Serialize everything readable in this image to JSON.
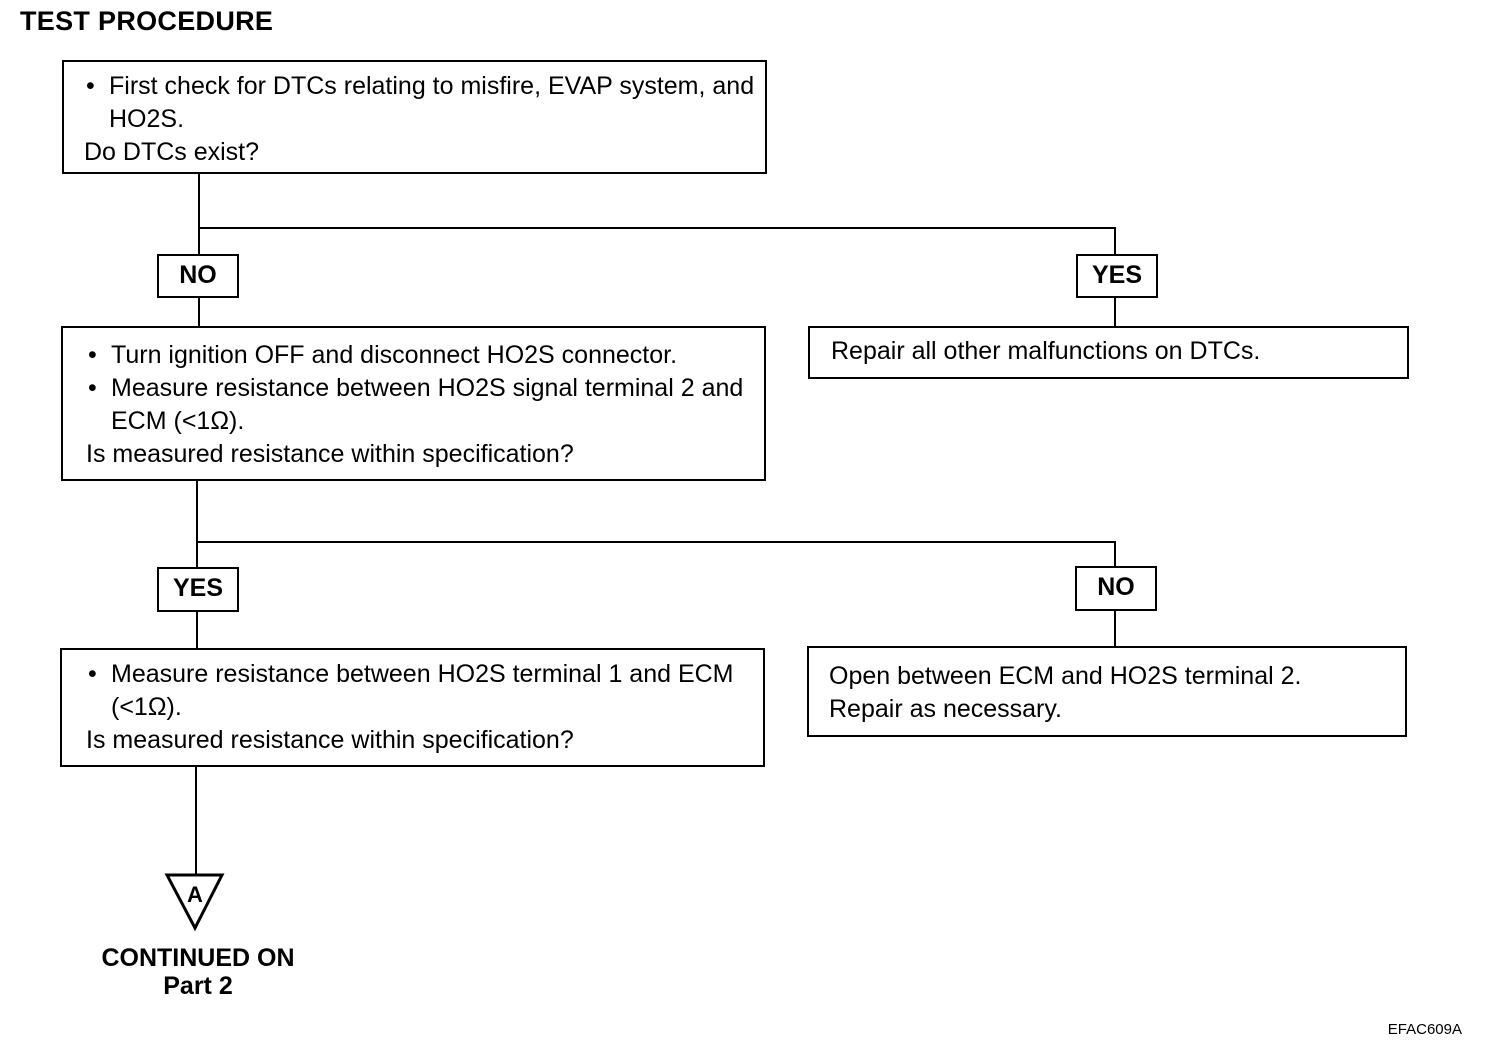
{
  "title": "TEST PROCEDURE",
  "step1": {
    "bullets": [
      "First check for DTCs relating to misfire, EVAP system, and HO2S."
    ],
    "question": "Do DTCs exist?"
  },
  "branch1": {
    "no_label": "NO",
    "yes_label": "YES",
    "yes_action": "Repair all other malfunctions on DTCs."
  },
  "step2": {
    "bullets": [
      "Turn ignition OFF and disconnect HO2S connector.",
      "Measure resistance between HO2S signal terminal 2 and ECM (<1Ω)."
    ],
    "question": "Is measured resistance within specification?"
  },
  "branch2": {
    "yes_label": "YES",
    "no_label": "NO",
    "no_action_line1": "Open between ECM and HO2S terminal 2.",
    "no_action_line2": "Repair as necessary."
  },
  "step3": {
    "bullets": [
      "Measure resistance between HO2S terminal 1 and ECM (<1Ω)."
    ],
    "question": "Is measured resistance within specification?"
  },
  "connector": {
    "letter": "A",
    "line1": "CONTINUED ON",
    "line2": "Part 2"
  },
  "figure_id": "EFAC609A"
}
